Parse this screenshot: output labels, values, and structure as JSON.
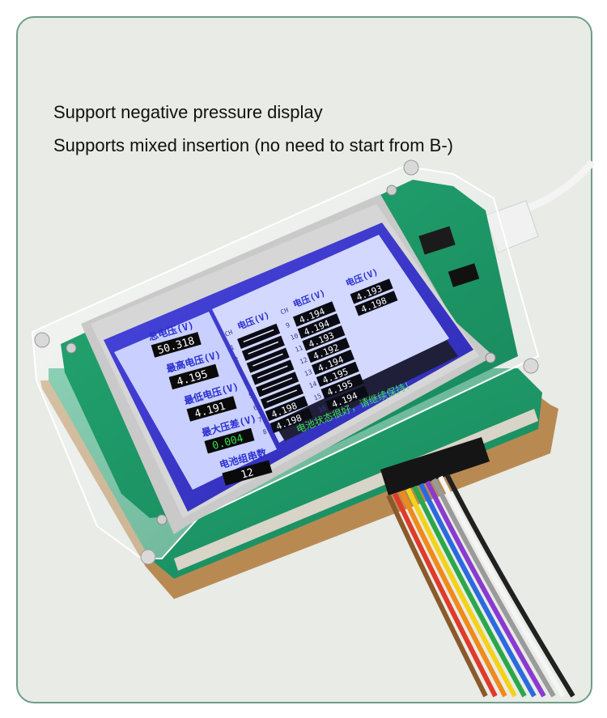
{
  "headline": {
    "line1": "Support negative pressure display",
    "line2": "Supports mixed insertion (no need to start from B-)"
  },
  "screen": {
    "left_panel": [
      {
        "label": "总电压(V)",
        "value": "50.318"
      },
      {
        "label": "最高电压(V)",
        "value": "4.195"
      },
      {
        "label": "最低电压(V)",
        "value": "4.191"
      },
      {
        "label": "最大压差(V)",
        "value": "0.004",
        "accent": "#35e04a"
      },
      {
        "label": "电池组串数",
        "value": "12"
      }
    ],
    "col1": {
      "ch": "CH",
      "header": "电压(V)",
      "rows": [
        "1",
        "2",
        "3",
        "4",
        "5",
        "6",
        "7",
        "8"
      ],
      "values": [
        "",
        "",
        "",
        "",
        "",
        "",
        "4.198",
        "4.198"
      ]
    },
    "col2": {
      "ch": "CH",
      "header": "电压(V)",
      "rows": [
        "9",
        "10",
        "11",
        "12",
        "13",
        "14",
        "15",
        "16"
      ],
      "values": [
        "4.194",
        "4.194",
        "4.193",
        "4.192",
        "4.194",
        "4.195",
        "4.195",
        "4.194"
      ]
    },
    "col3": {
      "header": "电压(V)",
      "values": [
        "4.193",
        "4.198"
      ]
    },
    "status": "电池状态很好，请继续保持！",
    "status_color": "#3fe25a"
  },
  "colors": {
    "screen_blue": "#3a35c9",
    "panel_light": "#c9d0ff",
    "pcb_green": "#1f9a6a"
  }
}
